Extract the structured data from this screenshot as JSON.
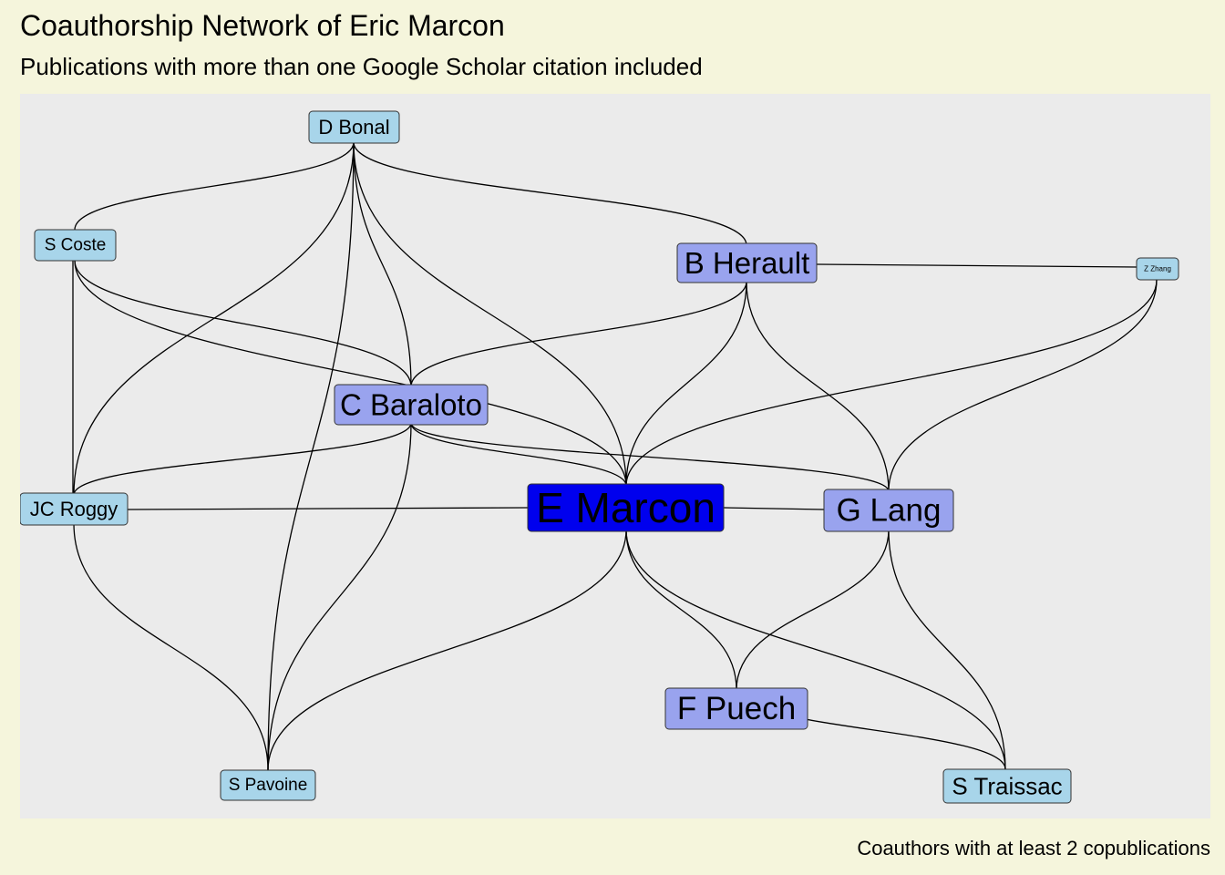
{
  "title": "Coauthorship Network of Eric Marcon",
  "subtitle": "Publications with more than one Google Scholar citation included",
  "caption": "Coauthors with at least 2 copublications",
  "colors": {
    "background": "#f5f5dc",
    "panel": "#ebebeb",
    "level_center": "#0000ee",
    "level_high": "#99a3ee",
    "level_low": "#a8d5ea",
    "edge": "#000000"
  },
  "nodes": [
    {
      "id": "dbonal",
      "label": "D Bonal",
      "level": "low"
    },
    {
      "id": "scoste",
      "label": "S Coste",
      "level": "low"
    },
    {
      "id": "bherault",
      "label": "B Herault",
      "level": "high"
    },
    {
      "id": "zzhang",
      "label": "Z Zhang",
      "level": "low"
    },
    {
      "id": "cbaraloto",
      "label": "C Baraloto",
      "level": "high"
    },
    {
      "id": "jcroggy",
      "label": "JC Roggy",
      "level": "low"
    },
    {
      "id": "emarcon",
      "label": "E Marcon",
      "level": "center"
    },
    {
      "id": "glang",
      "label": "G Lang",
      "level": "high"
    },
    {
      "id": "fpuech",
      "label": "F Puech",
      "level": "high"
    },
    {
      "id": "spavoine",
      "label": "S Pavoine",
      "level": "low"
    },
    {
      "id": "straissac",
      "label": "S Traissac",
      "level": "low"
    }
  ],
  "edges": [
    [
      "dbonal",
      "scoste"
    ],
    [
      "dbonal",
      "bherault"
    ],
    [
      "dbonal",
      "cbaraloto"
    ],
    [
      "dbonal",
      "emarcon"
    ],
    [
      "dbonal",
      "jcroggy"
    ],
    [
      "dbonal",
      "spavoine"
    ],
    [
      "scoste",
      "jcroggy"
    ],
    [
      "scoste",
      "cbaraloto"
    ],
    [
      "scoste",
      "emarcon"
    ],
    [
      "bherault",
      "zzhang"
    ],
    [
      "bherault",
      "cbaraloto"
    ],
    [
      "bherault",
      "emarcon"
    ],
    [
      "bherault",
      "glang"
    ],
    [
      "zzhang",
      "emarcon"
    ],
    [
      "zzhang",
      "glang"
    ],
    [
      "cbaraloto",
      "emarcon"
    ],
    [
      "cbaraloto",
      "glang"
    ],
    [
      "cbaraloto",
      "jcroggy"
    ],
    [
      "cbaraloto",
      "spavoine"
    ],
    [
      "jcroggy",
      "emarcon"
    ],
    [
      "jcroggy",
      "spavoine"
    ],
    [
      "emarcon",
      "glang"
    ],
    [
      "emarcon",
      "fpuech"
    ],
    [
      "emarcon",
      "spavoine"
    ],
    [
      "emarcon",
      "straissac"
    ],
    [
      "glang",
      "fpuech"
    ],
    [
      "glang",
      "straissac"
    ],
    [
      "fpuech",
      "straissac"
    ]
  ]
}
